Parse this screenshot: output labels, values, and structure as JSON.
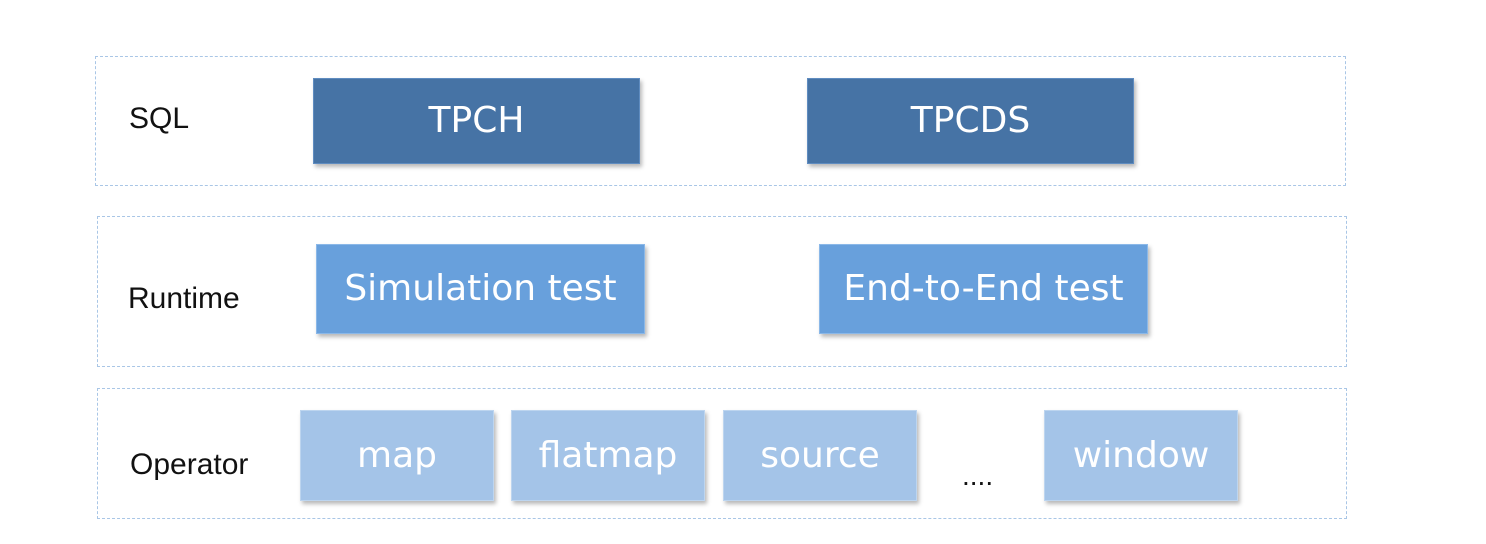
{
  "layers": {
    "sql": {
      "label": "SQL",
      "items": [
        "TPCH",
        "TPCDS"
      ]
    },
    "runtime": {
      "label": "Runtime",
      "items": [
        "Simulation test",
        "End-to-End test"
      ]
    },
    "operator": {
      "label": "Operator",
      "items": [
        "map",
        "flatmap",
        "source",
        "window"
      ],
      "ellipsis": "...."
    }
  },
  "colors": {
    "sql_box": "#4673a5",
    "runtime_box": "#68a0dc",
    "operator_box": "#a4c4e8",
    "layer_border": "#a9c6e6"
  }
}
